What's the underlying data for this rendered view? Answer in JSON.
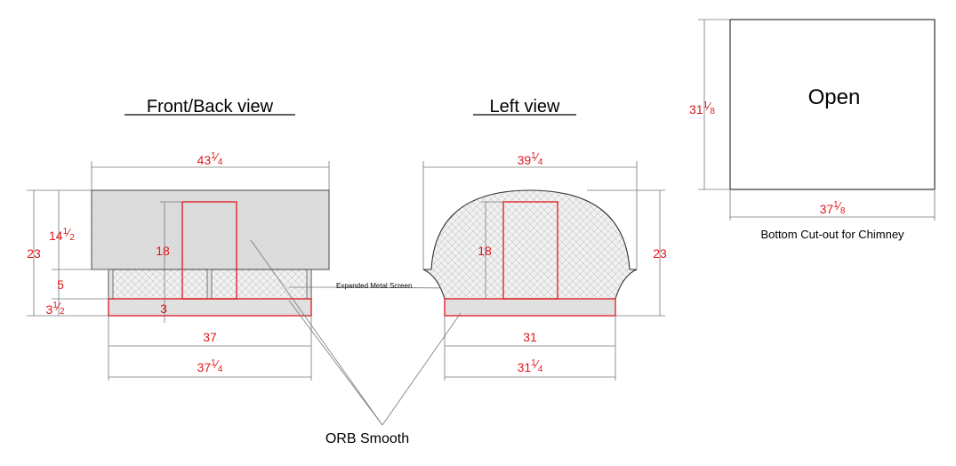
{
  "front_view": {
    "title": "Front/Back  view",
    "dims": {
      "top_width": {
        "whole": "43",
        "num": "1",
        "den": "4"
      },
      "total_height": "23",
      "upper_height": {
        "whole": "14",
        "num": "1",
        "den": "2"
      },
      "screen_height": "5",
      "base_height": {
        "whole": "3",
        "num": "1",
        "den": "2"
      },
      "base_label": "3",
      "door_height": "18",
      "inner_width": "37",
      "base_width": {
        "whole": "37",
        "num": "1",
        "den": "4"
      }
    },
    "screen_label": "Expanded Metal Screen"
  },
  "left_view": {
    "title": "Left view",
    "dims": {
      "top_width": {
        "whole": "39",
        "num": "1",
        "den": "4"
      },
      "total_height": "23",
      "door_height": "18",
      "inner_width": "31",
      "base_width": {
        "whole": "31",
        "num": "1",
        "den": "4"
      }
    }
  },
  "cutout": {
    "label": "Open",
    "height": {
      "whole": "31",
      "num": "1",
      "den": "8"
    },
    "width": {
      "whole": "37",
      "num": "1",
      "den": "8"
    },
    "caption": "Bottom Cut-out for Chimney"
  },
  "material_label": "ORB Smooth",
  "colors": {
    "dimension": "#e0161b",
    "outline": "#555555",
    "fill": "#e0e0e0"
  }
}
